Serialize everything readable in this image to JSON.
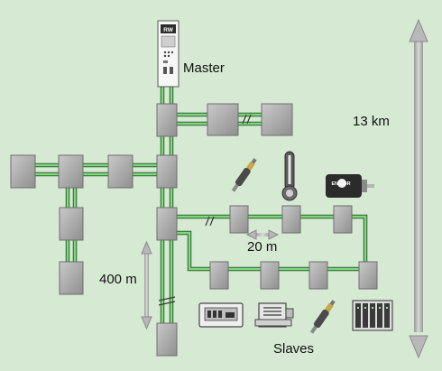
{
  "labels": {
    "master": "Master",
    "slaves": "Slaves",
    "distance_total": "13 km",
    "distance_400": "400 m",
    "distance_20": "20 m"
  },
  "device": {
    "master_logo": "RW",
    "encoder_text": "ENC DR"
  },
  "colors": {
    "background": "#d6ead3",
    "cable": "#7ed87e",
    "module": "#a9a9a9",
    "arrow": "#a8a8a8"
  },
  "icons": [
    "gray-bidirectional-arrow",
    "sensor-probe",
    "thermometer",
    "encoder-motor",
    "operator-panel",
    "servo-drive",
    "io-rack"
  ]
}
